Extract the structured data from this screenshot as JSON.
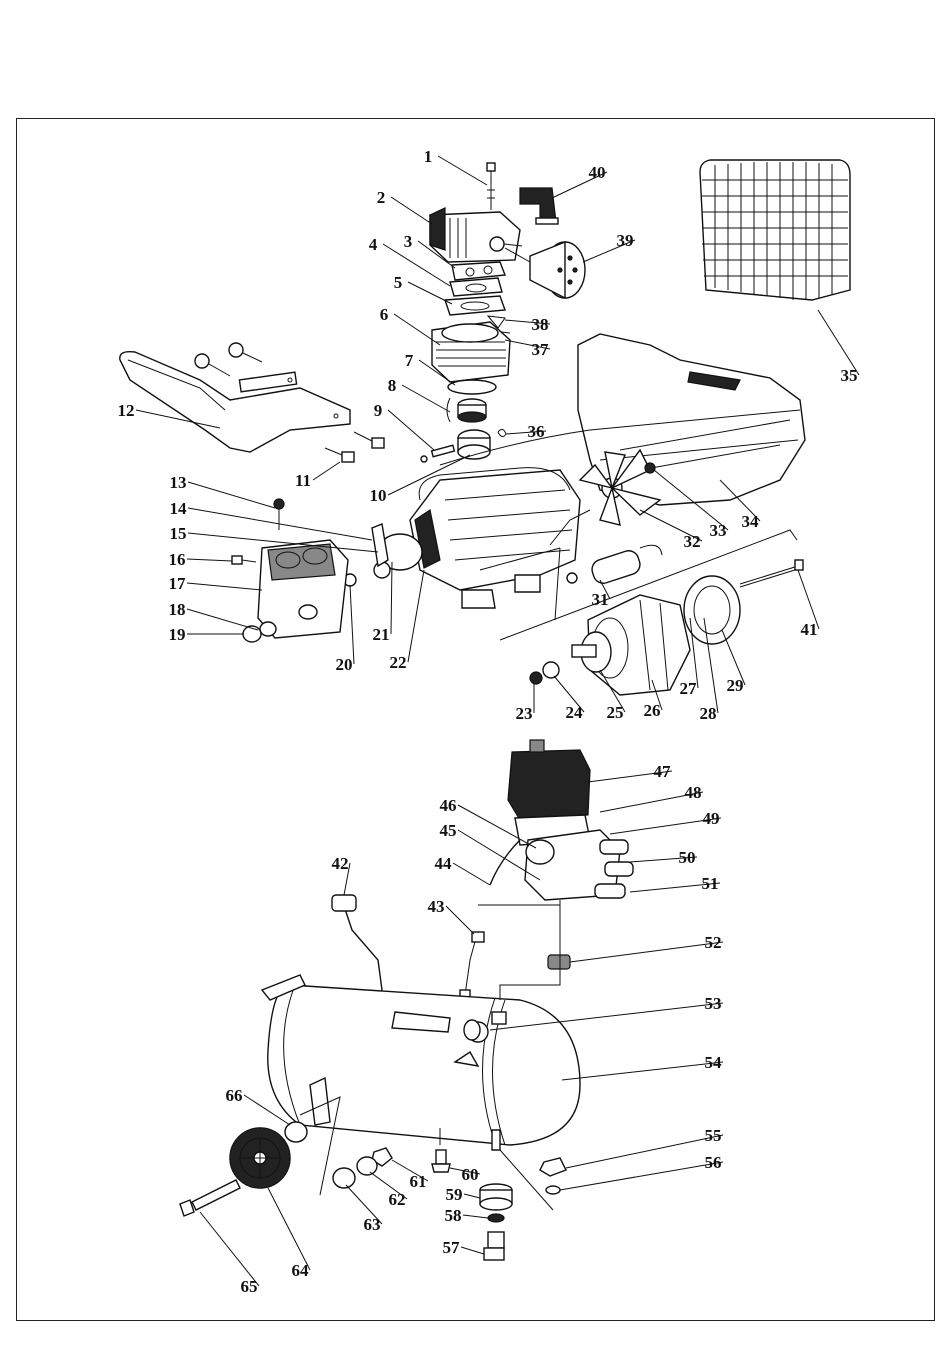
{
  "diagram": {
    "type": "exploded-parts-view",
    "part_numbers": [
      "1",
      "2",
      "3",
      "4",
      "5",
      "6",
      "7",
      "8",
      "9",
      "10",
      "11",
      "12",
      "13",
      "14",
      "15",
      "16",
      "17",
      "18",
      "19",
      "20",
      "21",
      "22",
      "23",
      "24",
      "25",
      "26",
      "27",
      "28",
      "29",
      "31",
      "32",
      "33",
      "34",
      "35",
      "36",
      "37",
      "38",
      "39",
      "40",
      "41",
      "42",
      "43",
      "44",
      "45",
      "46",
      "47",
      "48",
      "49",
      "50",
      "51",
      "52",
      "53",
      "54",
      "55",
      "56",
      "57",
      "58",
      "59",
      "60",
      "61",
      "62",
      "63",
      "64",
      "65",
      "66"
    ]
  }
}
